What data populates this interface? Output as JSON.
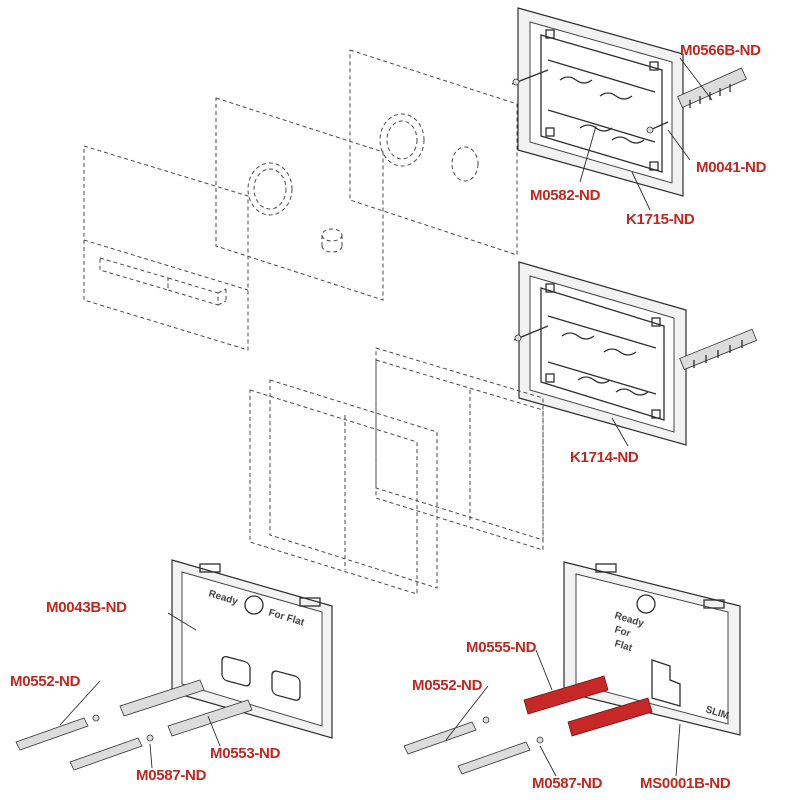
{
  "colors": {
    "label": "#c0281f",
    "line": "#2e2e2e",
    "highlight": "#c62828"
  },
  "labels": {
    "m0566b": "M0566B-ND",
    "m0041": "M0041-ND",
    "m0582": "M0582-ND",
    "k1715": "K1715-ND",
    "k1714": "K1714-ND",
    "m0043b": "M0043B-ND",
    "m0552_left": "M0552-ND",
    "m0553": "M0553-ND",
    "m0587_left": "M0587-ND",
    "m0555": "M0555-ND",
    "m0552_right": "M0552-ND",
    "m0587_right": "M0587-ND",
    "ms0001b": "MS0001B-ND"
  },
  "embossed": {
    "left_ready": "Ready",
    "left_for_flat": "For Flat",
    "right_ready": "Ready",
    "right_for": "For",
    "right_flat": "Flat",
    "right_slim": "SLIM"
  }
}
